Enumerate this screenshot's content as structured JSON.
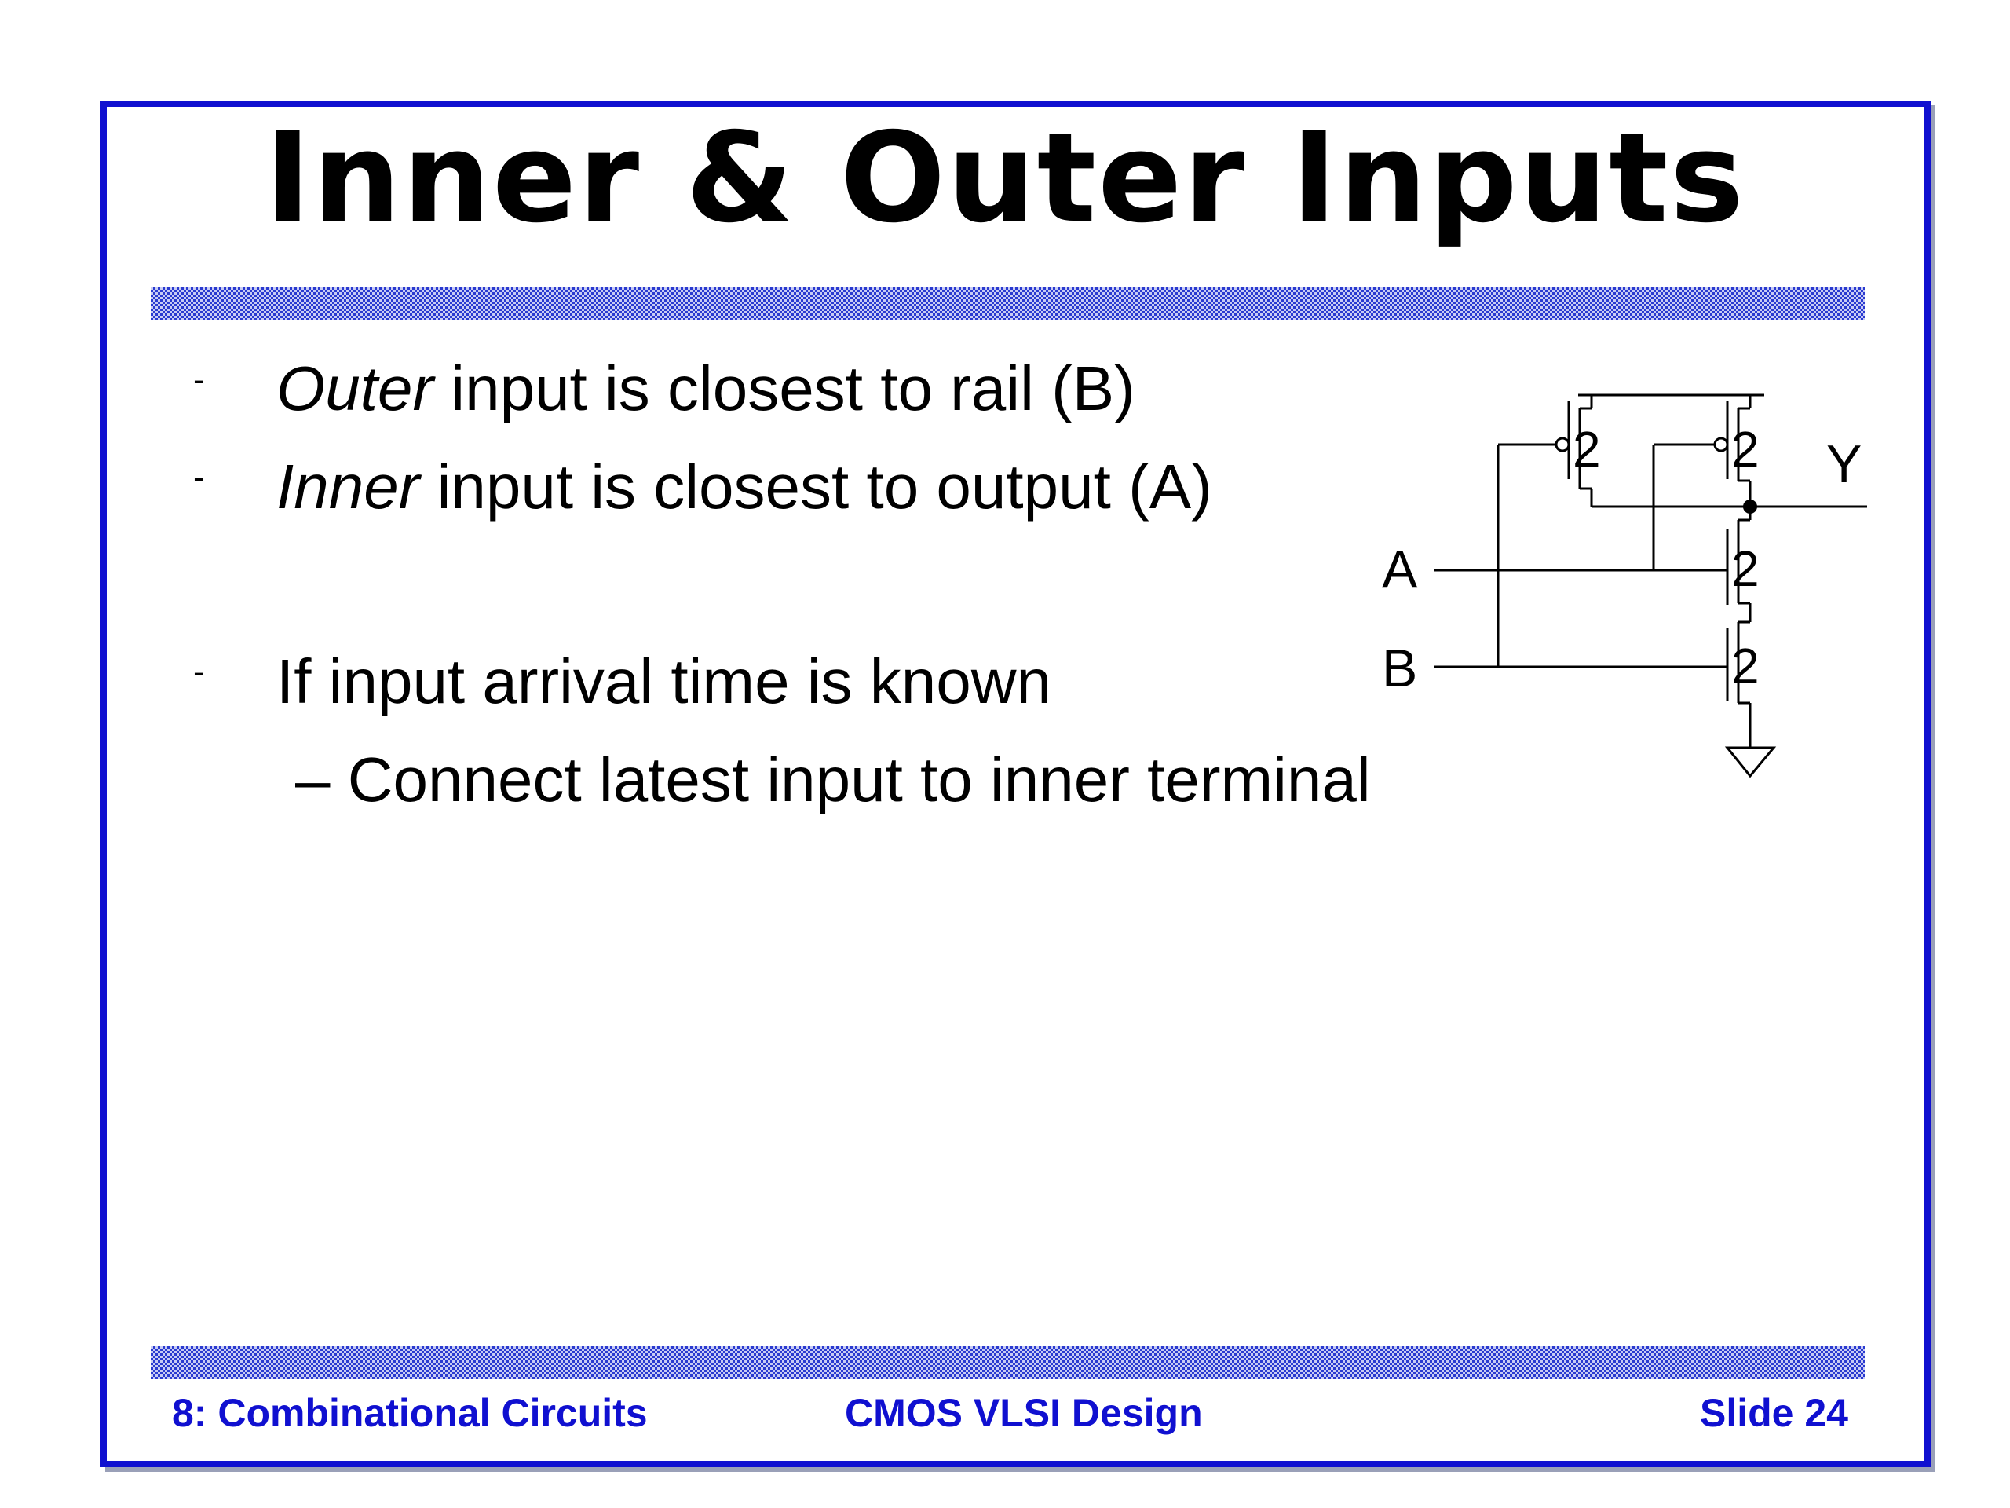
{
  "slide": {
    "title": "Inner & Outer Inputs",
    "bullets": [
      {
        "dash": "-",
        "emph": "Outer",
        "rest": " input is closest to rail (B)"
      },
      {
        "dash": "-",
        "emph": "Inner",
        "rest": " input is closest to output (A)"
      },
      {
        "dash": "-",
        "emph": "",
        "rest": "If input arrival time is known"
      }
    ],
    "sub_bullet": "– Connect latest input to inner terminal",
    "footer": {
      "left": "8: Combinational Circuits",
      "center": "CMOS VLSI Design",
      "right": "Slide 24"
    }
  },
  "circuit": {
    "input_a": "A",
    "input_b": "B",
    "output": "Y",
    "transistor_sizes": [
      "2",
      "2",
      "2",
      "2"
    ]
  },
  "colors": {
    "frame": "#1010d0",
    "footer_text": "#1010d0",
    "bar_dark": "#2a3ad0",
    "bar_light": "#c8ccf4"
  }
}
